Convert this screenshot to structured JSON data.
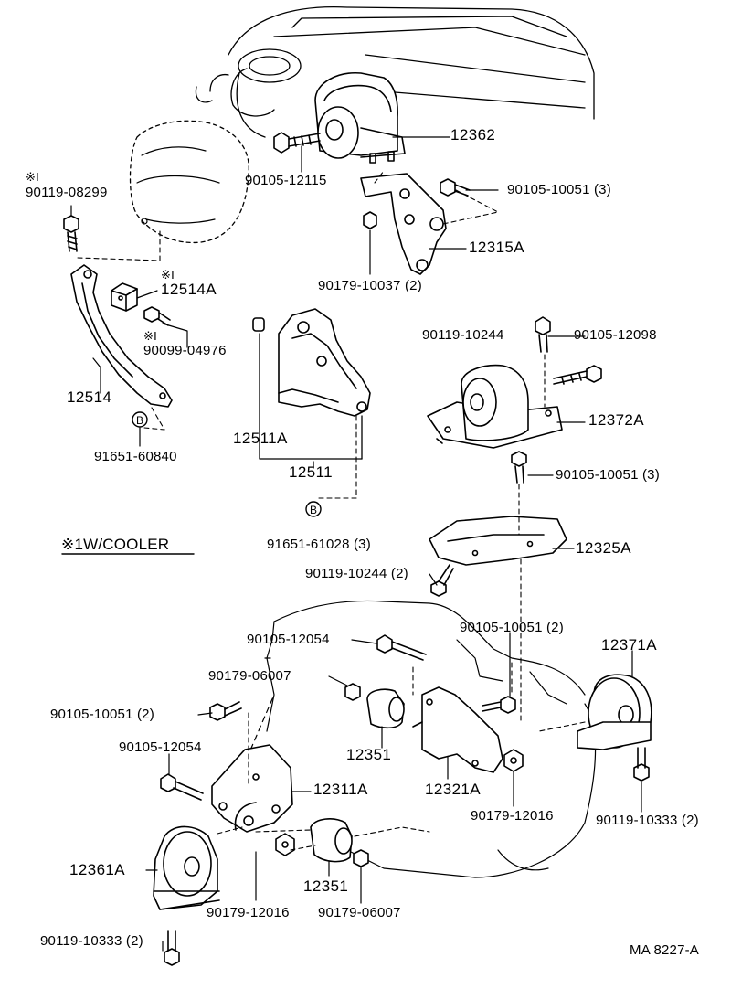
{
  "footnote_marker": "※I",
  "footnote_legend": "※1W/COOLER",
  "diagram_code": "MA 8227-A",
  "callouts": {
    "p12362": "12362",
    "p90105_12115": "90105-12115",
    "p90105_10051_top": "90105-10051 (3)",
    "p12315A": "12315A",
    "p90179_10037": "90179-10037 (2)",
    "p90119_08299": "90119-08299",
    "p12514A": "12514A",
    "p90099_04976": "90099-04976",
    "p12514": "12514",
    "p91651_60840": "91651-60840",
    "p12511A": "12511A",
    "p12511": "12511",
    "p91651_61028": "91651-61028 (3)",
    "p90119_10244_top": "90119-10244",
    "p90105_12098": "90105-12098",
    "p12372A": "12372A",
    "p90105_10051_mid": "90105-10051 (3)",
    "p12325A": "12325A",
    "p90119_10244_mid": "90119-10244 (2)",
    "p90105_12054_a": "90105-12054",
    "p90105_10051_right": "90105-10051 (2)",
    "p12371A": "12371A",
    "p90179_06007_a": "90179-06007",
    "p90105_10051_left": "90105-10051 (2)",
    "p12351_a": "12351",
    "p90105_12054_b": "90105-12054",
    "p12321A": "12321A",
    "p90179_12016_a": "90179-12016",
    "p12311A": "12311A",
    "p90119_10333_right": "90119-10333 (2)",
    "p12361A": "12361A",
    "p12351_b": "12351",
    "p90179_12016_b": "90179-12016",
    "p90179_06007_b": "90179-06007",
    "p90119_10333_left": "90119-10333 (2)"
  },
  "circle_mark": "B"
}
